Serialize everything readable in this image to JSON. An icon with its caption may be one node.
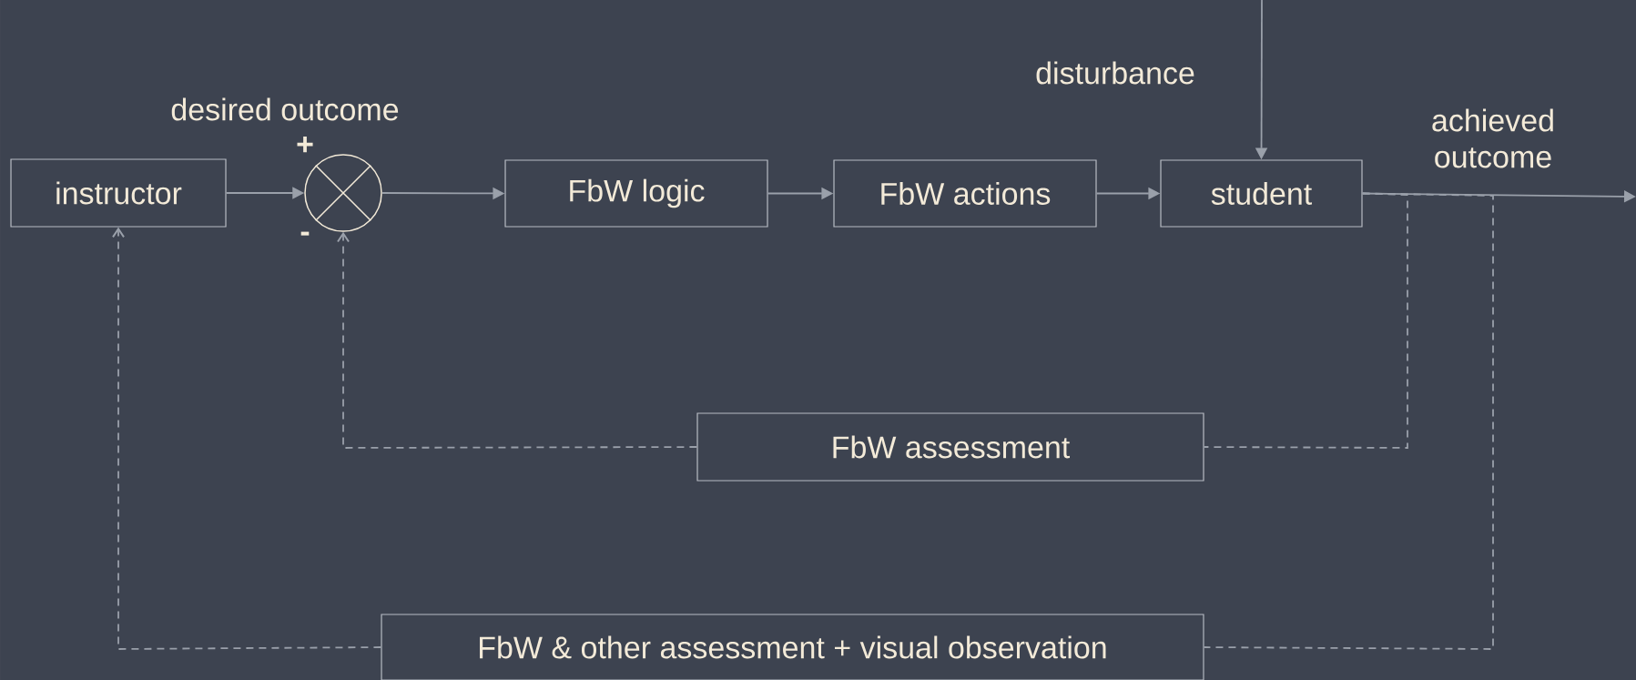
{
  "diagram": {
    "nodes": [
      {
        "text": [
          "instructor"
        ]
      },
      {
        "text": [],
        "shape": "circle"
      },
      {
        "text": [
          "FbW logic"
        ]
      },
      {
        "text": [
          "FbW actions"
        ]
      },
      {
        "text": [
          "student"
        ]
      },
      {
        "text": [
          "FbW assessment"
        ]
      },
      {
        "text": [
          "FbW & other assessment + visual observation"
        ]
      }
    ],
    "edges": [
      {
        "from": 0,
        "to": 1,
        "arrow": "to"
      },
      {
        "from": 1,
        "to": 2,
        "arrow": "to"
      },
      {
        "from": 2,
        "to": 3,
        "arrow": "to"
      },
      {
        "from": 3,
        "to": 4,
        "arrow": "to"
      },
      {
        "from": null,
        "to": 4,
        "arrow": "to",
        "label": "disturbance"
      },
      {
        "from": 4,
        "to": null,
        "arrow": "to",
        "label": "achieved outcome"
      },
      {
        "from": 4,
        "to": 5,
        "arrow": "none",
        "style": "dashed"
      },
      {
        "from": 5,
        "to": 1,
        "arrow": "to",
        "style": "dashed"
      },
      {
        "from": 4,
        "to": 6,
        "arrow": "none",
        "style": "dashed"
      },
      {
        "from": 6,
        "to": 0,
        "arrow": "to",
        "style": "dashed"
      }
    ],
    "labels": [
      "desired outcome",
      "+",
      "-"
    ]
  }
}
